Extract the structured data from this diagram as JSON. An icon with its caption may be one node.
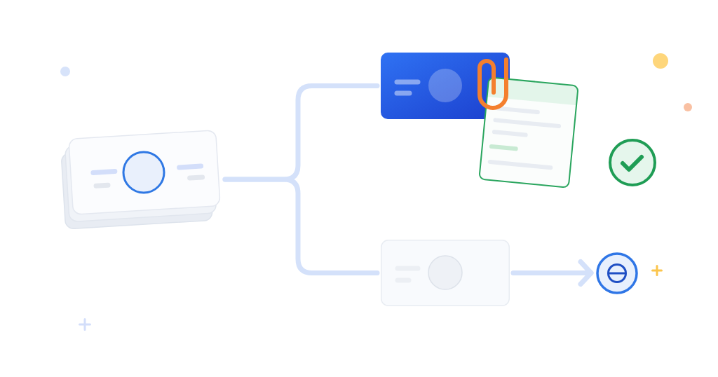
{
  "diagram": {
    "nodes": [
      {
        "text": [],
        "shape": "picture"
      },
      {
        "text": [],
        "shape": "picture"
      },
      {
        "text": [],
        "shape": "picture"
      },
      {
        "text": [],
        "shape": "circle"
      }
    ],
    "edges": [
      {
        "from": 0,
        "to": 1,
        "arrow": "none"
      },
      {
        "from": 0,
        "to": 2,
        "arrow": "none"
      },
      {
        "from": 2,
        "to": 3,
        "arrow": "to"
      }
    ]
  }
}
